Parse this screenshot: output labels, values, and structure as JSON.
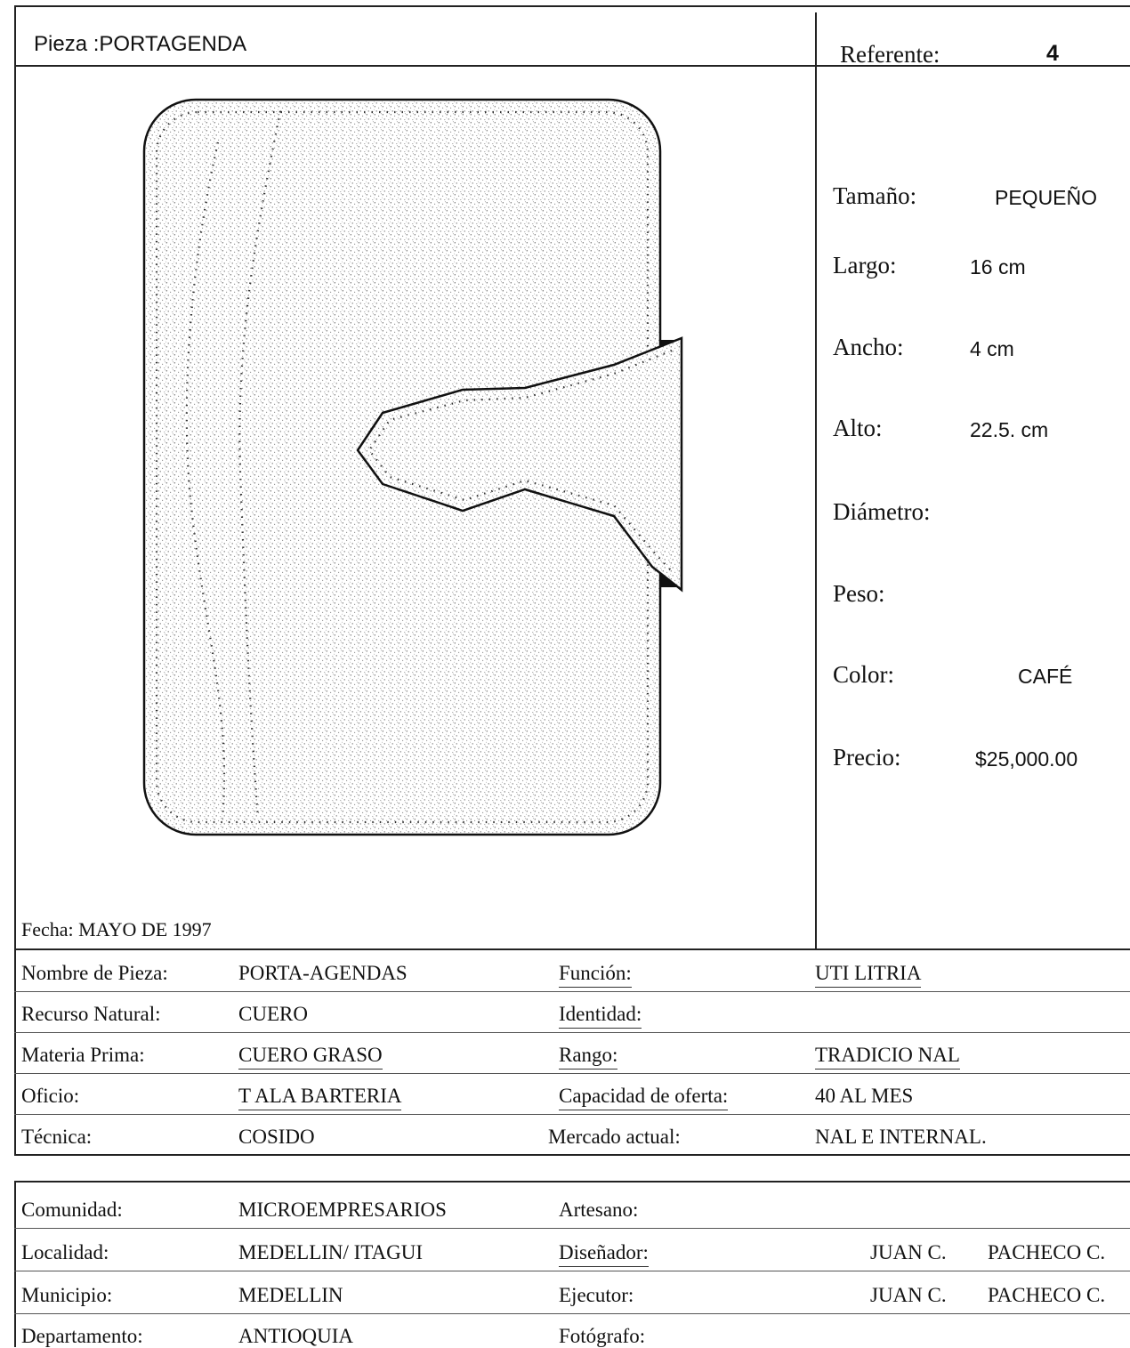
{
  "header": {
    "piece_label": "Pieza :PORTAGENDA",
    "referente_label": "Referente:",
    "referente_value": "4"
  },
  "specs": [
    {
      "label": "Tamaño:",
      "value": "PEQUEÑO"
    },
    {
      "label": "Largo:",
      "value": "16 cm"
    },
    {
      "label": "Ancho:",
      "value": "4 cm"
    },
    {
      "label": "Alto:",
      "value": "22.5. cm"
    },
    {
      "label": "Diámetro:",
      "value": ""
    },
    {
      "label": "Peso:",
      "value": ""
    },
    {
      "label": "Color:",
      "value": "CAFÉ"
    },
    {
      "label": "Precio:",
      "value": "$25,000.00"
    }
  ],
  "fecha": "Fecha: MAYO DE 1997",
  "table1": [
    {
      "label1": "Nombre de Pieza:",
      "value1": "PORTA-AGENDAS",
      "label2": "Función:",
      "value2": "UTI  LITRIA"
    },
    {
      "label1": "Recurso Natural:",
      "value1": "CUERO",
      "label2": "Identidad:",
      "value2": ""
    },
    {
      "label1": "Materia Prima:",
      "value1": "CUERO GRASO",
      "label2": "Rango:",
      "value2": "TRADICIO NAL"
    },
    {
      "label1": "Oficio:",
      "value1": "T ALA BARTERIA",
      "label2": "Capacidad de oferta:",
      "value2": "40 AL MES"
    },
    {
      "label1": "Técnica:",
      "value1": "COSIDO",
      "label2": "Mercado actual:",
      "value2": "NAL E INTERNAL."
    }
  ],
  "table2": [
    {
      "label1": "Comunidad:",
      "value1": "MICROEMPRESARIOS",
      "label2": "Artesano:",
      "value2a": "",
      "value2b": ""
    },
    {
      "label1": "Localidad:",
      "value1": "MEDELLIN/ ITAGUI",
      "label2": "Diseñador:",
      "value2a": "JUAN C.",
      "value2b": "PACHECO C."
    },
    {
      "label1": "Municipio:",
      "value1": "MEDELLIN",
      "label2": "Ejecutor:",
      "value2a": "JUAN C.",
      "value2b": "PACHECO C."
    },
    {
      "label1": "Departamento:",
      "value1": "ANTIOQUIA",
      "label2": "Fotógrafo:",
      "value2a": "",
      "value2b": ""
    }
  ]
}
